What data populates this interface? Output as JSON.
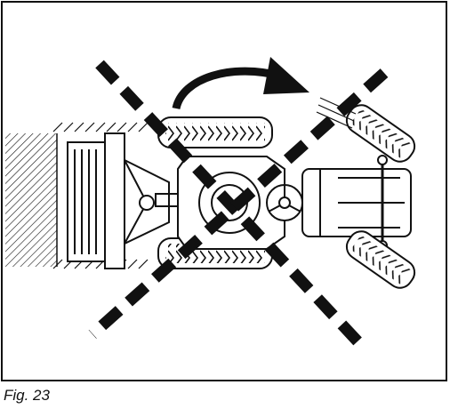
{
  "figure": {
    "caption": "Fig. 23",
    "ink_color": "#111111",
    "paper_color": "#ffffff",
    "icons": [
      "tractor-top-view",
      "curved-turn-arrow",
      "prohibition-cross",
      "hatched-ground"
    ]
  }
}
